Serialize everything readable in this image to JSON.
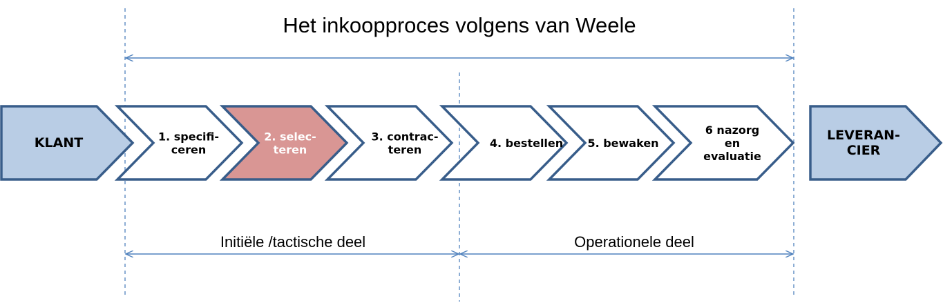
{
  "diagram": {
    "title": "Het inkoopproces volgens van Weele",
    "start": {
      "lines": [
        "KLANT"
      ]
    },
    "end": {
      "lines": [
        "LEVERAN-",
        "CIER"
      ]
    },
    "steps": [
      {
        "lines": [
          "1. specifi-",
          "ceren"
        ],
        "highlighted": false
      },
      {
        "lines": [
          "2. selec-",
          "teren"
        ],
        "highlighted": true
      },
      {
        "lines": [
          "3. contrac-",
          "teren"
        ],
        "highlighted": false
      },
      {
        "lines": [
          "4. bestellen"
        ],
        "highlighted": false
      },
      {
        "lines": [
          "5. bewaken"
        ],
        "highlighted": false
      },
      {
        "lines": [
          "6 nazorg",
          "en",
          "evaluatie"
        ],
        "highlighted": false
      }
    ],
    "phases": [
      {
        "label": "Initiële /tactische deel"
      },
      {
        "label": "Operationele deel"
      }
    ]
  },
  "colors": {
    "endpoint_fill": "#b9cde5",
    "step_fill": "#ffffff",
    "highlight_fill": "#d99694",
    "highlight_text": "#ffffff",
    "outline": "#385d8a",
    "guide": "#4f81bd",
    "text": "#000000"
  }
}
